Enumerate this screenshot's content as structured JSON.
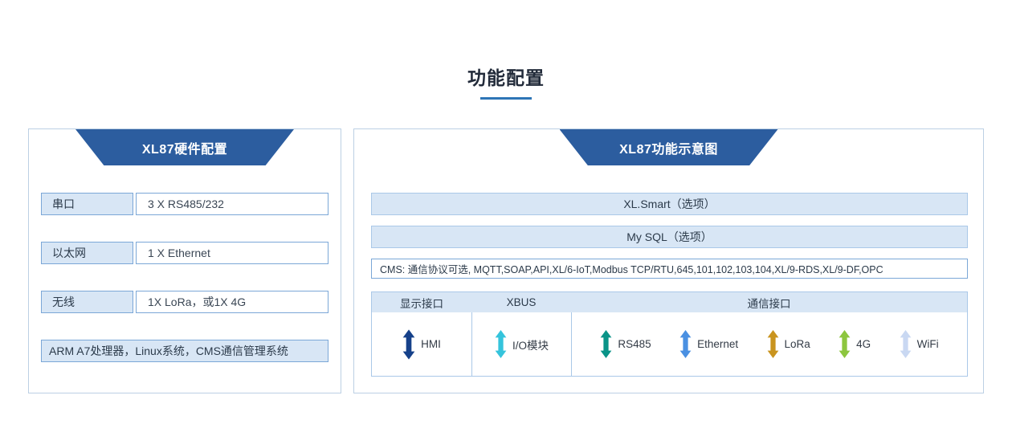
{
  "page": {
    "title": "功能配置"
  },
  "left_panel": {
    "title": "XL87硬件配置",
    "rows": [
      {
        "label": "串口",
        "value": "3 X RS485/232"
      },
      {
        "label": "以太网",
        "value": "1 X Ethernet"
      },
      {
        "label": "无线",
        "value": "1X LoRa，或1X 4G"
      }
    ],
    "footer": "ARM A7处理器，Linux系统，CMS通信管理系统"
  },
  "right_panel": {
    "title": "XL87功能示意图",
    "bars": [
      "XL.Smart（选项）",
      "My SQL（选项）"
    ],
    "cms_bar": "CMS: 通信协议可选, MQTT,SOAP,API,XL/6-IoT,Modbus TCP/RTU,645,101,102,103,104,XL/9-RDS,XL/9-DF,OPC",
    "section_headers": [
      "显示接口",
      "XBUS",
      "通信接口"
    ],
    "interfaces": [
      {
        "label": "HMI",
        "color": "#16418a"
      },
      {
        "label": "I/O模块",
        "color": "#35c4dc"
      },
      {
        "label": "RS485",
        "color": "#0a9488"
      },
      {
        "label": "Ethernet",
        "color": "#4a90e2"
      },
      {
        "label": "LoRa",
        "color": "#c9941f"
      },
      {
        "label": "4G",
        "color": "#8dc63f"
      },
      {
        "label": "WiFi",
        "color": "#c9d8f2"
      }
    ]
  },
  "colors": {
    "header_bg": "#2c5d9f",
    "bar_bg": "#d8e6f5",
    "box_border": "#7ba7d7",
    "panel_border": "#bcd0e4",
    "title_underline": "#2e75b6"
  }
}
